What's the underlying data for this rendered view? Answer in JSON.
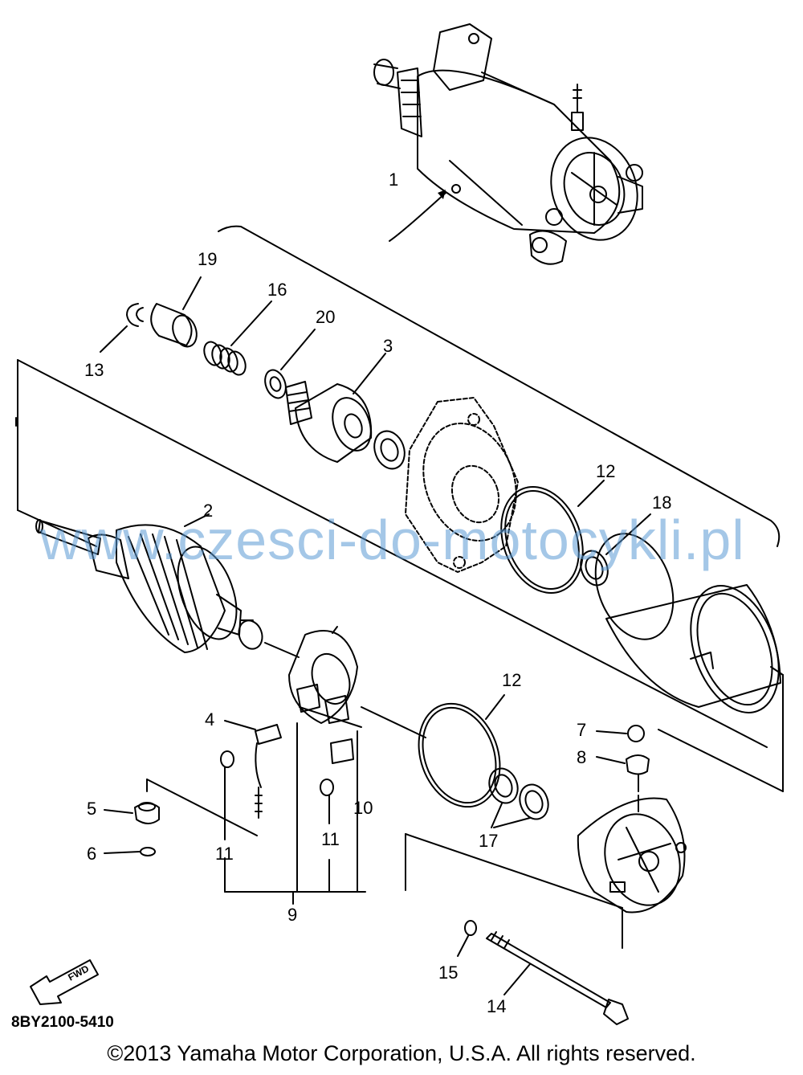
{
  "diagram": {
    "callouts": {
      "c1": "1",
      "c2": "2",
      "c3": "3",
      "c4": "4",
      "c5": "5",
      "c6": "6",
      "c7": "7",
      "c8": "8",
      "c9": "9",
      "c10": "10",
      "c11a": "11",
      "c11b": "11",
      "c12a": "12",
      "c12b": "12",
      "c13": "13",
      "c14": "14",
      "c15": "15",
      "c16": "16",
      "c17": "17",
      "c18": "18",
      "c19": "19",
      "c20": "20"
    },
    "fwd_label": "FWD",
    "part_code": "8BY2100-5410",
    "watermark": "www.czesci-do-motocykli.pl",
    "copyright": "©2013 Yamaha Motor Corporation, U.S.A. All rights reserved."
  },
  "colors": {
    "line": "#000000",
    "watermark": "#5b9bd5",
    "background": "#ffffff"
  }
}
